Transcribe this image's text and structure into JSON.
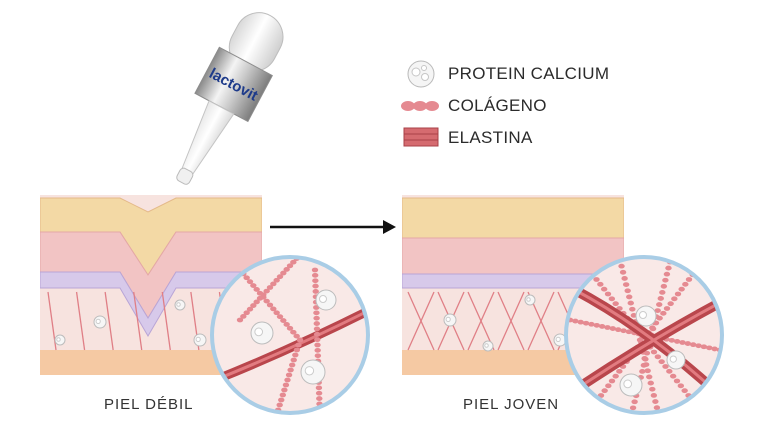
{
  "brand": {
    "name": "lactovit"
  },
  "legend": {
    "protein_calcium": "PROTEIN CALCIUM",
    "colageno": "COLÁGENO",
    "elastina": "ELASTINA"
  },
  "captions": {
    "left": "PIEL DÉBIL",
    "right": "PIEL JOVEN"
  },
  "colors": {
    "collagen": "#e07f86",
    "elastin": "#c5585e",
    "fat_layer": "#f3d9a5",
    "cell_layer": "#f2c4c4",
    "basal_cells": "#2e9fd0",
    "membrane": "#b9a5d6",
    "dermis": "#f7e3df",
    "subcutis": "#f5c9a3",
    "zoom_ring": "#a9cde6",
    "brand_blue": "#1d3a8a"
  },
  "icons": {
    "dropper": "dropper-icon",
    "protein_calcium": "bubble-cluster-icon",
    "colageno": "collagen-beads-icon",
    "elastina": "elastin-fiber-icon",
    "arrow": "arrow-right-icon"
  }
}
